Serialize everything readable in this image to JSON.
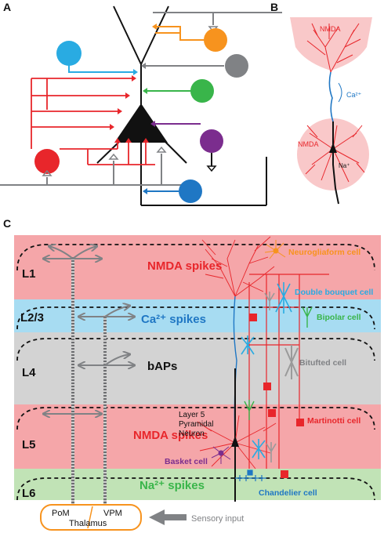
{
  "panels": {
    "a": "A",
    "b": "B",
    "c": "C"
  },
  "panel_b": {
    "nmda_top": "NMDA",
    "ca_label": "Ca²⁺",
    "nmda_bottom": "NMDA",
    "na_label": "Na⁺"
  },
  "layers": [
    "L1",
    "L2/3",
    "L4",
    "L5",
    "L6"
  ],
  "spikes": {
    "l1_nmda": "NMDA spikes",
    "l23_ca": "Ca²⁺ spikes",
    "l4_baps": "bAPs",
    "l5_nmda": "NMDA spikes",
    "l6_na": "Na²⁺ spikes"
  },
  "cells": {
    "neurogliaform": "Neurogliaform cell",
    "double_bouquet": "Double bouquet cell",
    "bipolar": "Bipolar cell",
    "bitufted": "Bitufted cell",
    "martinotti": "Martinotti cell",
    "basket": "Basket cell",
    "chandelier": "Chandelier cell"
  },
  "pyramidal_label": [
    "Layer 5",
    "Pyramidal",
    "Neuron"
  ],
  "thalamus": {
    "pom": "PoM",
    "vpm": "VPM",
    "name": "Thalamus"
  },
  "sensory_input": "Sensory input",
  "colors": {
    "red": "#e8262b",
    "blue": "#1f77c4",
    "cyan": "#29abe2",
    "orange": "#f7931e",
    "green": "#39b54a",
    "purple": "#7b2d8e",
    "gray": "#808285",
    "l1_band": "#f5a6a9",
    "l23_band": "#a7dcf2",
    "l4_band": "#d3d3d3",
    "l5_band": "#f5a6a9",
    "l6_band": "#c1e3b6"
  }
}
